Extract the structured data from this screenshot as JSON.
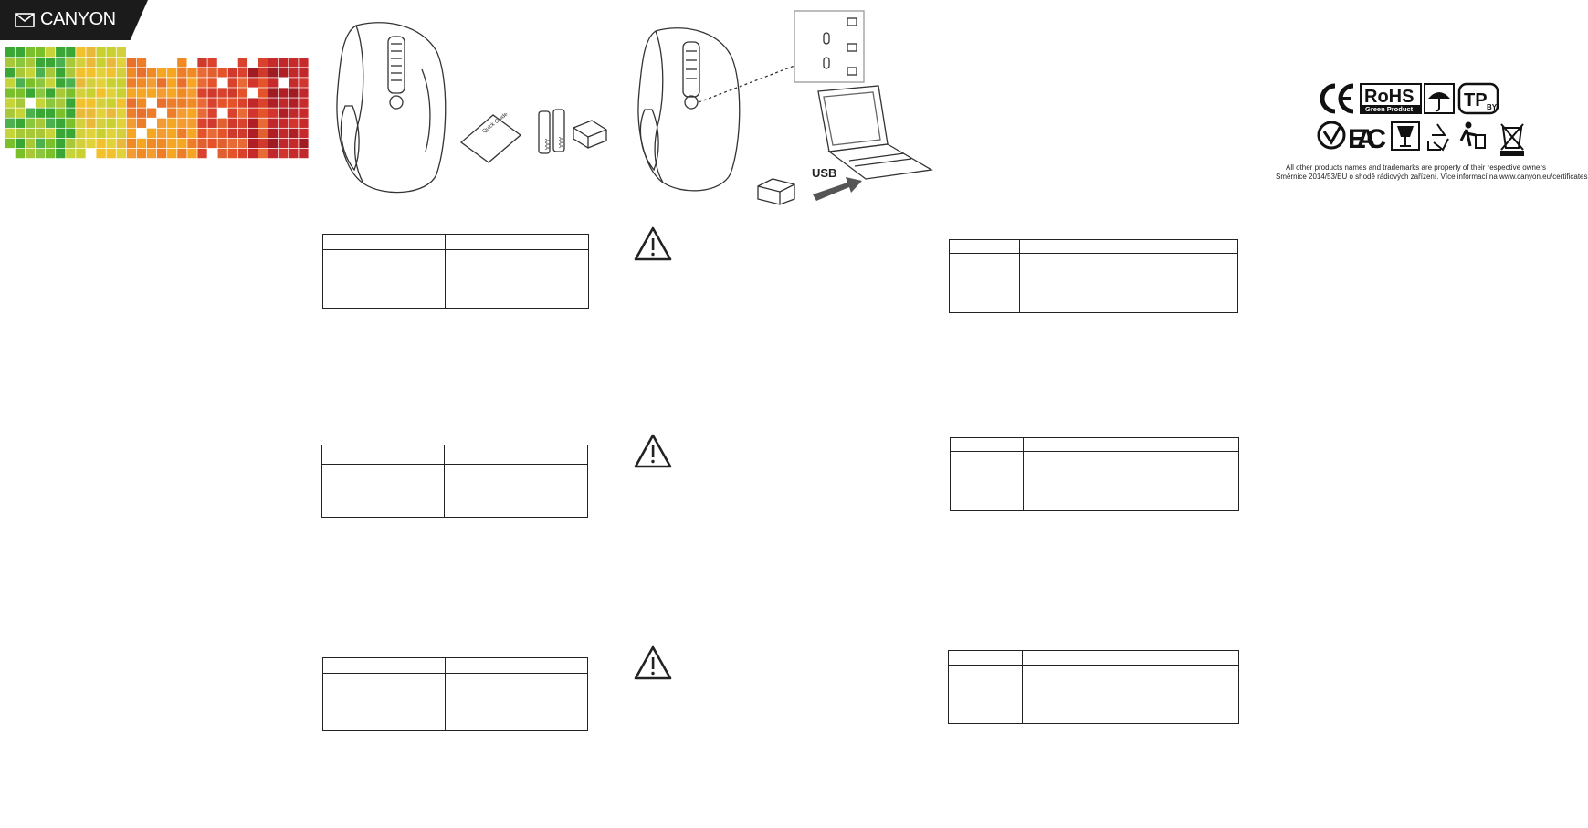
{
  "brand": {
    "name": "CANYON"
  },
  "illustration": {
    "quick_guide_label": "Quick Guide",
    "battery_label": "AAA",
    "usb_label": "USB"
  },
  "certifications": {
    "logos": [
      "CE",
      "RoHS Green Product",
      "keep-dry",
      "TP BY",
      "ukrsepro",
      "EAC",
      "fragile",
      "recycle",
      "tidyman",
      "weee"
    ],
    "rohs_text": "RoHS",
    "rohs_sub": "Green Product",
    "tp_text": "TP",
    "tp_sub": "BY",
    "eac_text": "EAC",
    "line1": "All other products names and trademarks are property of their respective owners",
    "line2": "Směrnice 2014/53/EU o shodě rádiových zařízení. Více informací na www.canyon.eu/certificates"
  },
  "colors": {
    "brand_bar": "#1b1b1b",
    "line": "#222222"
  },
  "icons": [
    "envelope-icon",
    "warning-icon"
  ]
}
